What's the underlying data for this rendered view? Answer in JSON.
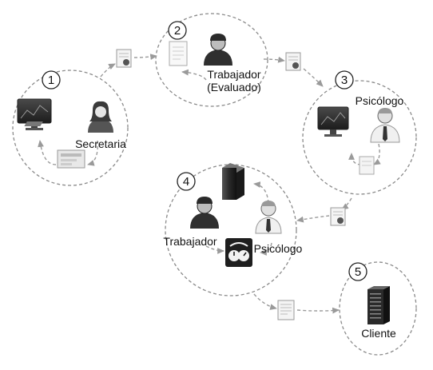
{
  "stages": [
    {
      "number": "1",
      "label": "Secretaria"
    },
    {
      "number": "2",
      "label_line1": "Trabajador",
      "label_line2": "(Evaluado)"
    },
    {
      "number": "3",
      "label": "Psicólogo"
    },
    {
      "number": "4",
      "label_worker": "Trabajador",
      "label_psych": "Psicólogo"
    },
    {
      "number": "5",
      "label": "Cliente"
    }
  ],
  "colors": {
    "circle_stroke": "#8a8a8a",
    "arrow_stroke": "#9a9a9a",
    "person_dark": "#3a3a3a",
    "person_shirt": "#f2f2f2",
    "monitor_screen": "#2a2a2a"
  },
  "icons": [
    "computer-icon",
    "person-icon",
    "document-icon",
    "seal-icon",
    "server-icon",
    "stopwatch-icon",
    "form-icon"
  ]
}
